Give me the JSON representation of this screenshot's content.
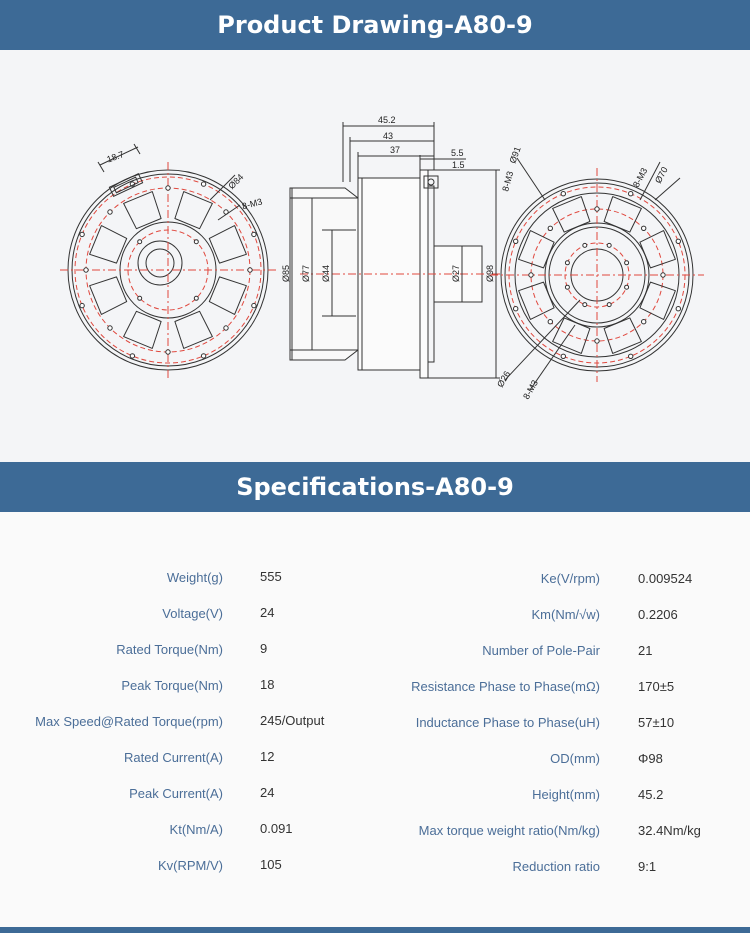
{
  "header": {
    "title": "Product Drawing-A80-9"
  },
  "specs_header": {
    "title": "Specifications-A80-9"
  },
  "drawing": {
    "front_dims": {
      "slot_width": "18.7",
      "outer_dia": "Ø84",
      "holes": "8-M3"
    },
    "side_dims": {
      "len_total": "45.2",
      "len_43": "43",
      "len_37": "37",
      "len_5_5": "5.5",
      "len_1_5": "1.5",
      "dia_85": "Ø85",
      "dia_77": "Ø77",
      "dia_44": "Ø44",
      "dia_27": "Ø27",
      "dia_98": "Ø98"
    },
    "back_dims": {
      "dia_91": "Ø91",
      "holes_a": "8-M3",
      "holes_b": "8-M3",
      "dia_70": "Ø70",
      "dia_26": "Ø26",
      "holes_c": "8-M3"
    }
  },
  "specs": {
    "left": [
      {
        "label": "Weight(g)",
        "value": "555"
      },
      {
        "label": "Voltage(V)",
        "value": "24"
      },
      {
        "label": "Rated Torque(Nm)",
        "value": "9"
      },
      {
        "label": "Peak Torque(Nm)",
        "value": "18"
      },
      {
        "label": "Max Speed@Rated Torque(rpm)",
        "value": "245/Output"
      },
      {
        "label": "Rated Current(A)",
        "value": "12"
      },
      {
        "label": "Peak Current(A)",
        "value": "24"
      },
      {
        "label": "Kt(Nm/A)",
        "value": "0.091"
      },
      {
        "label": "Kv(RPM/V)",
        "value": "105"
      }
    ],
    "right": [
      {
        "label": "Ke(V/rpm)",
        "value": "0.009524"
      },
      {
        "label": "Km(Nm/√w)",
        "value": "0.2206"
      },
      {
        "label": "Number of Pole-Pair",
        "value": "21"
      },
      {
        "label": "Resistance Phase to Phase(mΩ)",
        "value": "170±5"
      },
      {
        "label": "Inductance Phase to Phase(uH)",
        "value": "57±10"
      },
      {
        "label": "OD(mm)",
        "value": "Φ98"
      },
      {
        "label": "Height(mm)",
        "value": "45.2"
      },
      {
        "label": "Max torque weight ratio(Nm/kg)",
        "value": "32.4Nm/kg"
      },
      {
        "label": "Reduction ratio",
        "value": "9:1"
      }
    ]
  },
  "colors": {
    "banner": "#3d6a96",
    "label": "#4b6e98",
    "center_line": "#e0483e"
  }
}
